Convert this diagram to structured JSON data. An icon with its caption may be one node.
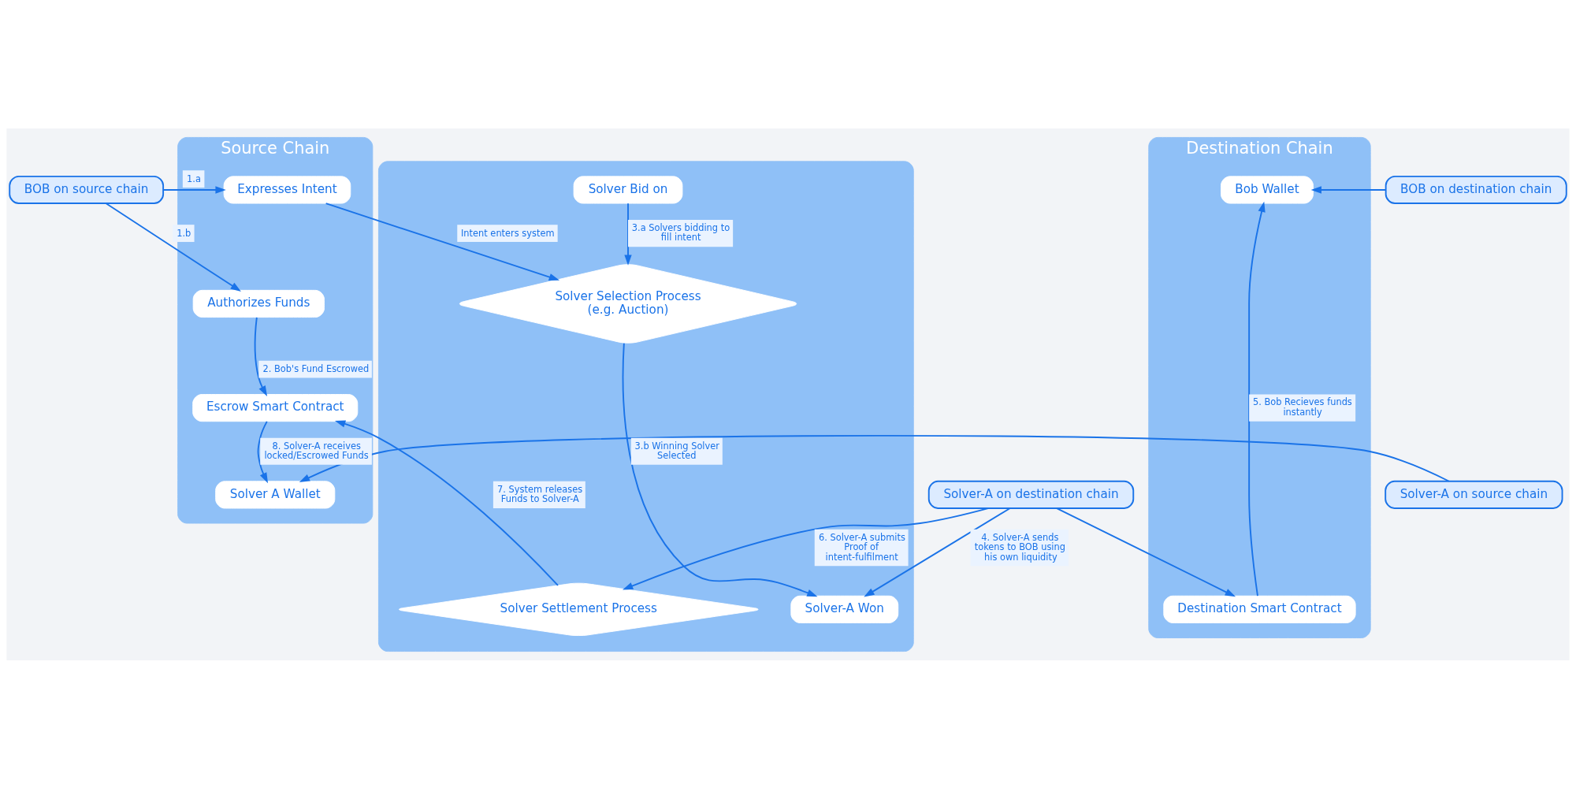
{
  "diagram": {
    "nodes": [
      {
        "text": [
          "Source Chain"
        ]
      },
      {
        "text": [
          "Expresses Intent"
        ],
        "in": 0
      },
      {
        "text": [
          "Authorizes Funds"
        ],
        "in": 0
      },
      {
        "text": [
          "Escrow Smart Contract"
        ],
        "in": 0
      },
      {
        "text": [
          "Solver A Wallet"
        ],
        "in": 0
      },
      {
        "text": [],
        "shape": "box"
      },
      {
        "text": [
          "Solver Selection Process",
          "(e.g. Auction)"
        ],
        "in": 5
      },
      {
        "text": [
          "Solver Bid on"
        ],
        "in": 5
      },
      {
        "text": [
          "Solver-A Won"
        ],
        "in": 5
      },
      {
        "text": [
          "Solver Settlement Process"
        ],
        "in": 5
      },
      {
        "text": [
          "Destination Chain"
        ]
      },
      {
        "text": [
          "Bob Wallet"
        ],
        "in": 10
      },
      {
        "text": [
          "Destination Smart Contract"
        ],
        "in": 10
      },
      {
        "text": [
          "BOB on source chain"
        ]
      },
      {
        "text": [
          "Solver-A on source chain"
        ]
      },
      {
        "text": [
          "BOB on destination chain"
        ]
      },
      {
        "text": [
          "Solver-A on destination chain"
        ]
      }
    ],
    "edges": [
      {
        "from": 13,
        "to": 1,
        "arrow": "to",
        "label": "1.a"
      },
      {
        "from": 13,
        "to": 2,
        "arrow": "to",
        "label": "1.b"
      },
      {
        "from": 1,
        "to": 6,
        "arrow": "to",
        "label": "Intent enters system"
      },
      {
        "from": 2,
        "to": 3,
        "arrow": "to",
        "label": "2. Bob's Fund Escrowed"
      },
      {
        "from": 7,
        "to": 6,
        "arrow": "to",
        "label": "3.a Solvers bidding to fill intent"
      },
      {
        "from": 6,
        "to": 8,
        "arrow": "to",
        "label": "3.b Winning Solver Selected"
      },
      {
        "from": 16,
        "to": 8,
        "arrow": "to",
        "label": "4. Solver-A sends tokens to BOB using his own liquidity"
      },
      {
        "from": 16,
        "to": 12,
        "arrow": "to"
      },
      {
        "from": 12,
        "to": 11,
        "arrow": "to",
        "label": "5. Bob Recieves funds instantly"
      },
      {
        "from": 15,
        "to": 11,
        "arrow": "to"
      },
      {
        "from": 16,
        "to": 9,
        "arrow": "to",
        "label": "6. Solver-A submits Proof of intent-fulfilment"
      },
      {
        "from": 9,
        "to": 3,
        "arrow": "to",
        "label": "7. System releases Funds to Solver-A"
      },
      {
        "from": 3,
        "to": 4,
        "arrow": "to",
        "label": "8. Solver-A receives locked/Escrowed Funds"
      },
      {
        "from": 14,
        "to": 4,
        "arrow": "to"
      }
    ]
  }
}
